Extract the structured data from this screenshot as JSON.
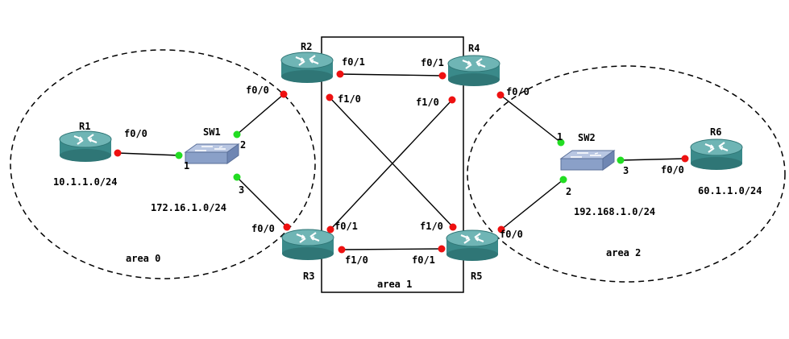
{
  "colors": {
    "router_body": "#3a8a8a",
    "router_top": "#6fb5b5",
    "switch_body": "#8aa0c8",
    "switch_top": "#b8c6e2",
    "port_up": "#ee1111",
    "port_switch": "#22dd22"
  },
  "devices": {
    "R1": "R1",
    "R2": "R2",
    "R3": "R3",
    "R4": "R4",
    "R5": "R5",
    "R6": "R6",
    "SW1": "SW1",
    "SW2": "SW2"
  },
  "networks": {
    "r1_net": "10.1.1.0/24",
    "sw1_net": "172.16.1.0/24",
    "sw2_net": "192.168.1.0/24",
    "r6_net": "60.1.1.0/24"
  },
  "areas": {
    "area0": "area 0",
    "area1": "area 1",
    "area2": "area 2"
  },
  "ports": {
    "r1_f00": "f0/0",
    "sw1_p1": "1",
    "sw1_p2": "2",
    "sw1_p3": "3",
    "r2_f00": "f0/0",
    "r2_f01": "f0/1",
    "r2_f10": "f1/0",
    "r3_f00": "f0/0",
    "r3_f01": "f0/1",
    "r3_f10": "f1/0",
    "r4_f01": "f0/1",
    "r4_f10": "f1/0",
    "r4_f00": "f0/0",
    "r5_f10": "f1/0",
    "r5_f01": "f0/1",
    "r5_f00": "f0/0",
    "sw2_p1": "1",
    "sw2_p2": "2",
    "sw2_p3": "3",
    "r6_f00": "f0/0"
  }
}
